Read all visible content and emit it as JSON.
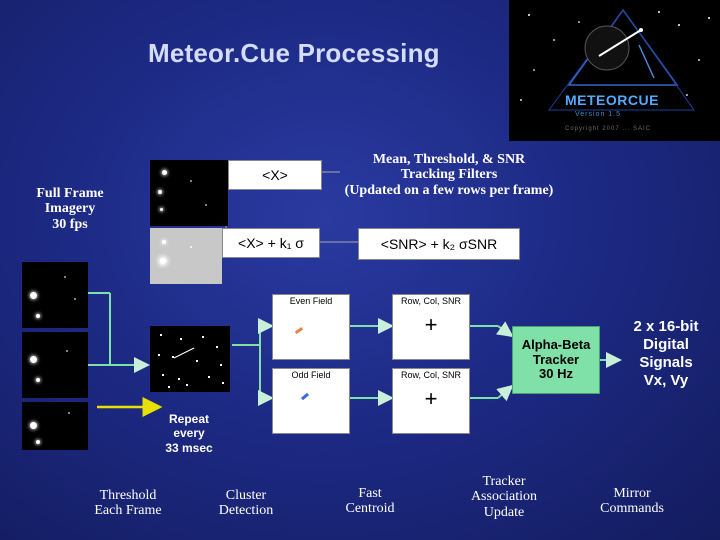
{
  "title": "Meteor.Cue Processing",
  "logo": {
    "name": "METEORCUE",
    "version": "Version 1.5",
    "copyright": "Copyright 2007 ... SAIC"
  },
  "input_label": [
    "Full Frame",
    "Imagery",
    "30 fps"
  ],
  "mean_box": "<X>",
  "threshold_box": "<X> + k₁ σ",
  "filters_label": [
    "Mean, Threshold, & SNR",
    "Tracking Filters",
    "(Updated on a few rows per frame)"
  ],
  "snr_box": "<SNR> + k₂ σSNR",
  "fields": {
    "even": "Even Field",
    "odd": "Odd Field",
    "even_out": "Row, Col, SNR",
    "odd_out": "Row, Col, SNR"
  },
  "tracker": [
    "Alpha-Beta",
    "Tracker",
    "30 Hz"
  ],
  "signals": [
    "2 x 16-bit",
    "Digital",
    "Signals",
    "Vx, Vy"
  ],
  "repeat": [
    "Repeat",
    "every",
    "33 msec"
  ],
  "steps": {
    "threshold": [
      "Threshold",
      "Each Frame"
    ],
    "cluster": [
      "Cluster",
      "Detection"
    ],
    "centroid": [
      "Fast",
      "Centroid"
    ],
    "association": [
      "Tracker",
      "Association",
      "Update"
    ],
    "mirror": [
      "Mirror",
      "Commands"
    ]
  },
  "colors": {
    "background": "#1d2a85",
    "title": "#d4dcff",
    "connector": "#7fe0a8",
    "arrow_yellow": "#e8e000",
    "tracker_box": "#7fe0a8",
    "logo_text": "#55aaff"
  }
}
